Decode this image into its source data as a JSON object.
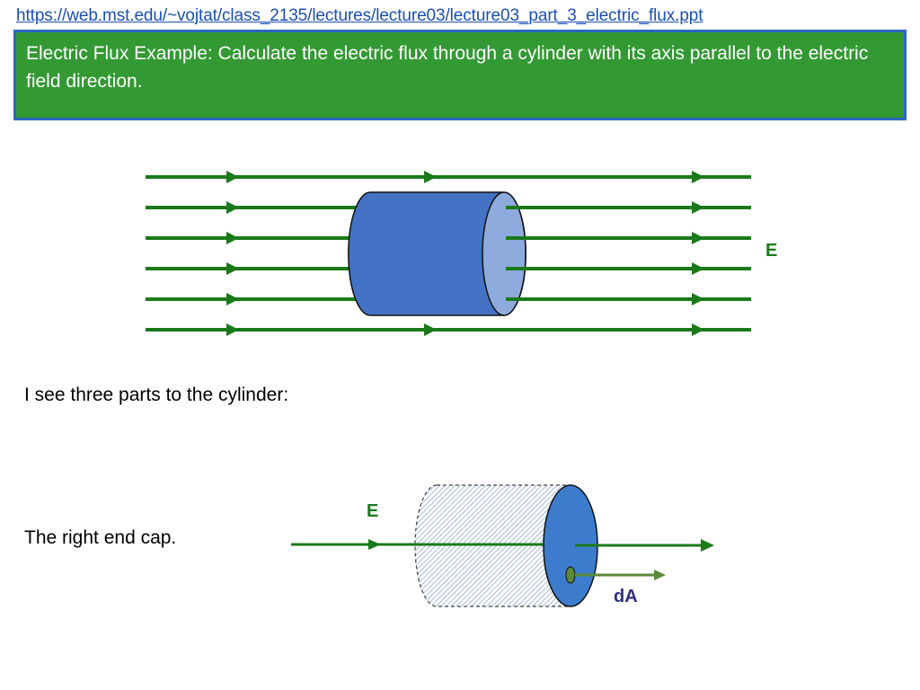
{
  "header": {
    "url": "https://web.mst.edu/~vojtat/class_2135/lectures/lecture03/lecture03_part_3_electric_flux.ppt",
    "title": "Electric Flux Example: Calculate the electric flux through a cylinder with its axis parallel to the electric field direction."
  },
  "body": {
    "intro": "I see three parts to the cylinder:",
    "part_label": "The right end cap."
  },
  "figure_top": {
    "field_label": "E"
  },
  "figure_bottom": {
    "field_label": "E",
    "area_label": "dA"
  },
  "colors": {
    "title_bg": "#339933",
    "title_border": "#2a66c0",
    "field_line": "#1a7a1a",
    "label_green": "#1a7a1a",
    "cylinder_body": "#4472c4",
    "cylinder_cap": "#8faadc",
    "end_cap_blue": "#3d7ccc",
    "dA_arrow": "#5a8a3a",
    "dA_label": "#2e2f7a"
  }
}
